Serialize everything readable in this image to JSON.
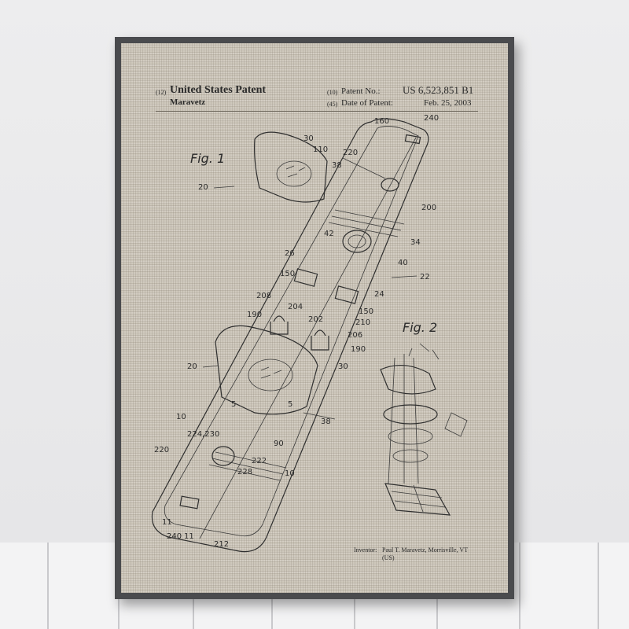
{
  "patent": {
    "code_12": "(12)",
    "title": "United States Patent",
    "inventor_short": "Maravetz",
    "code_10": "(10)",
    "patent_no_label": "Patent No.:",
    "patent_no": "US 6,523,851 B1",
    "code_45": "(45)",
    "date_label": "Date of Patent:",
    "date": "Feb. 25, 2003",
    "inventor_label": "Inventor:",
    "inventor_full": "Paul T. Maravetz, Morrisville, VT",
    "inventor_country": "(US)"
  },
  "figures": {
    "fig1": "Fig. 1",
    "fig2": "Fig. 2"
  },
  "labels": {
    "l160": "160",
    "l240a": "240",
    "l30a": "30",
    "l110": "110",
    "l38a": "38",
    "l20a": "20",
    "l220a": "220",
    "l200": "200",
    "l42": "42",
    "l34": "34",
    "l26": "26",
    "l40": "40",
    "l22": "22",
    "l150a": "150",
    "l24": "24",
    "l208": "208",
    "l150b": "150",
    "l204": "204",
    "l190a": "190",
    "l202": "202",
    "l210": "210",
    "l206": "206",
    "l190b": "190",
    "l20b": "20",
    "l30b": "30",
    "l5a": "5",
    "l5b": "5",
    "l38b": "38",
    "l10a": "10",
    "l224": "224,230",
    "l90": "90",
    "l220b": "220",
    "l222": "222",
    "l228": "228",
    "l10b": "10",
    "l11a": "11",
    "l240b": "240",
    "l11b": "11",
    "l212": "212"
  }
}
